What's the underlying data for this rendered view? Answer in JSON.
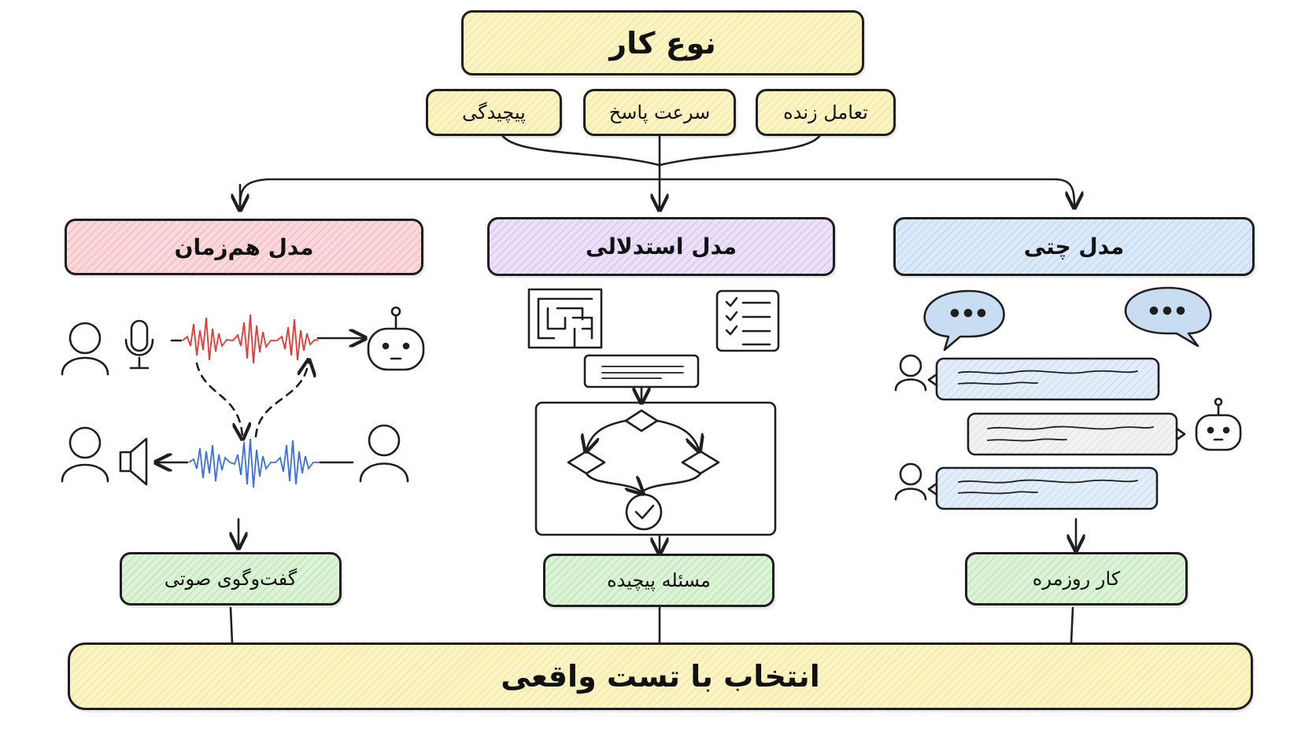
{
  "top": {
    "title": "نوع کار"
  },
  "factors": [
    {
      "label": "پیچیدگی"
    },
    {
      "label": "سرعت پاسخ"
    },
    {
      "label": "تعامل زنده"
    }
  ],
  "models": {
    "realtime": {
      "title": "مدل هم‌زمان",
      "outcome": "گفت‌وگوی صوتی",
      "color": "#f4a3a8"
    },
    "reasoning": {
      "title": "مدل استدلالی",
      "outcome": "مسئله پیچیده",
      "color": "#c9b3ef"
    },
    "chat": {
      "title": "مدل چتی",
      "outcome": "کار روزمره",
      "color": "#a9c9ee"
    }
  },
  "bottom": {
    "title": "انتخاب با تست واقعی"
  },
  "icons": {
    "realtime": [
      "user-icon",
      "microphone-icon",
      "red-waveform",
      "robot-icon",
      "speaker-icon",
      "blue-waveform"
    ],
    "reasoning": [
      "maze-icon",
      "checklist-icon",
      "flowchart"
    ],
    "chat": [
      "speech-bubble-icon",
      "message-bubble",
      "robot-icon",
      "user-icon"
    ]
  },
  "colors": {
    "wave_red": "#e53935",
    "wave_blue": "#3b6fe0",
    "ink": "#1f1f1f"
  }
}
